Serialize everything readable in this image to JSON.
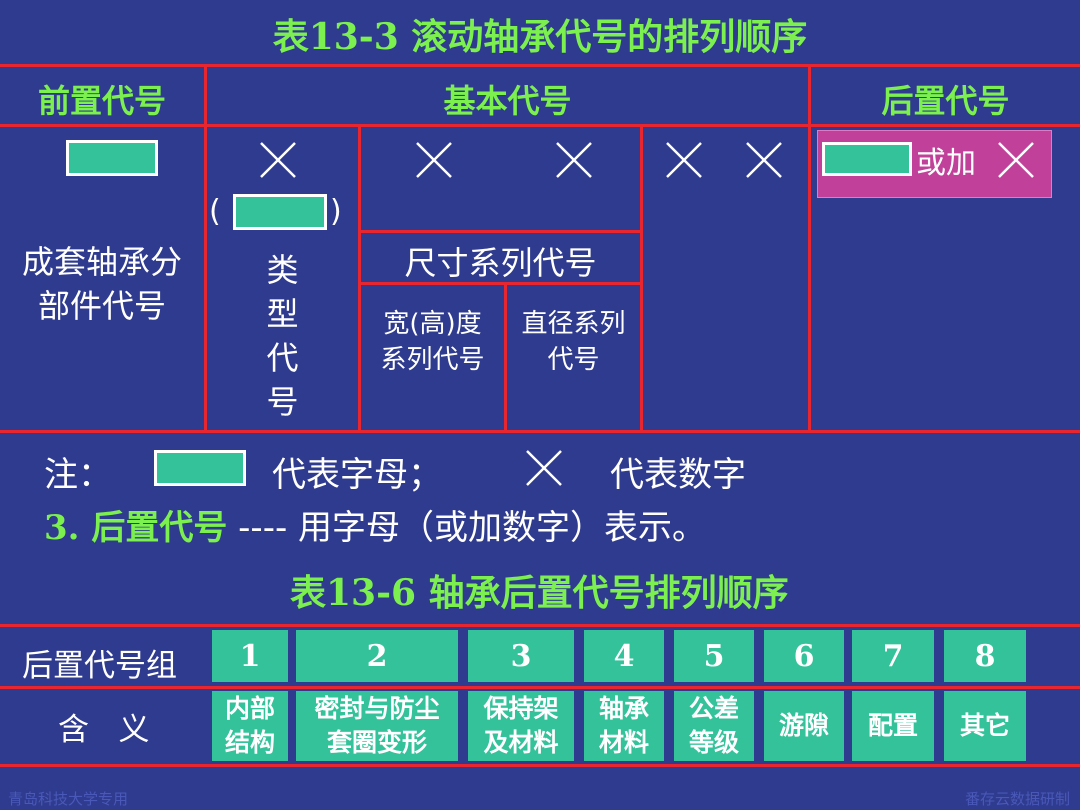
{
  "table1": {
    "title": "表13-3  滚动轴承代号的排列顺序",
    "header_prefix": "前置代号",
    "header_basic": "基本代号",
    "header_suffix": "后置代号",
    "prefix_desc_line1": "成套轴承分",
    "prefix_desc_line2": "部件代号",
    "type_paren_open": "(",
    "type_paren_close": ")",
    "type_label_1": "类",
    "type_label_2": "型",
    "type_label_3": "代",
    "type_label_4": "号",
    "size_series": "尺寸系列代号",
    "width_series_line1": "宽(高)度",
    "width_series_line2": "系列代号",
    "dia_series_line1": "直径系列",
    "dia_series_line2": "代号",
    "suffix_or_add": "或加"
  },
  "note": {
    "prefix": "注：",
    "letter_meaning": "代表字母；",
    "digit_meaning": "代表数字"
  },
  "point3": {
    "label": "3. 后置代号",
    "rest": " ---- 用字母（或加数字）表示。"
  },
  "table2": {
    "title": "表13-6   轴承后置代号排列顺序",
    "row1_label": "后置代号组",
    "row2_label": "含   义",
    "columns": [
      {
        "num": "1",
        "line1": "内部",
        "line2": "结构"
      },
      {
        "num": "2",
        "line1": "密封与防尘",
        "line2": "套圈变形"
      },
      {
        "num": "3",
        "line1": "保持架",
        "line2": "及材料"
      },
      {
        "num": "4",
        "line1": "轴承",
        "line2": "材料"
      },
      {
        "num": "5",
        "line1": "公差",
        "line2": "等级"
      },
      {
        "num": "6",
        "line1": "游隙",
        "line2": ""
      },
      {
        "num": "7",
        "line1": "配置",
        "line2": ""
      },
      {
        "num": "8",
        "line1": "其它",
        "line2": ""
      }
    ]
  },
  "footer": {
    "left": "青岛科技大学专用",
    "right": "番存云数据研制"
  },
  "colors": {
    "background": "#2f3b8e",
    "accent_green": "#7cf04e",
    "cell_teal": "#33c29a",
    "border_red": "#e8262f",
    "suffix_magenta": "#c0409a"
  },
  "icons": {
    "letter_box": "teal-rectangle-icon",
    "digit_mark": "cross-icon"
  }
}
